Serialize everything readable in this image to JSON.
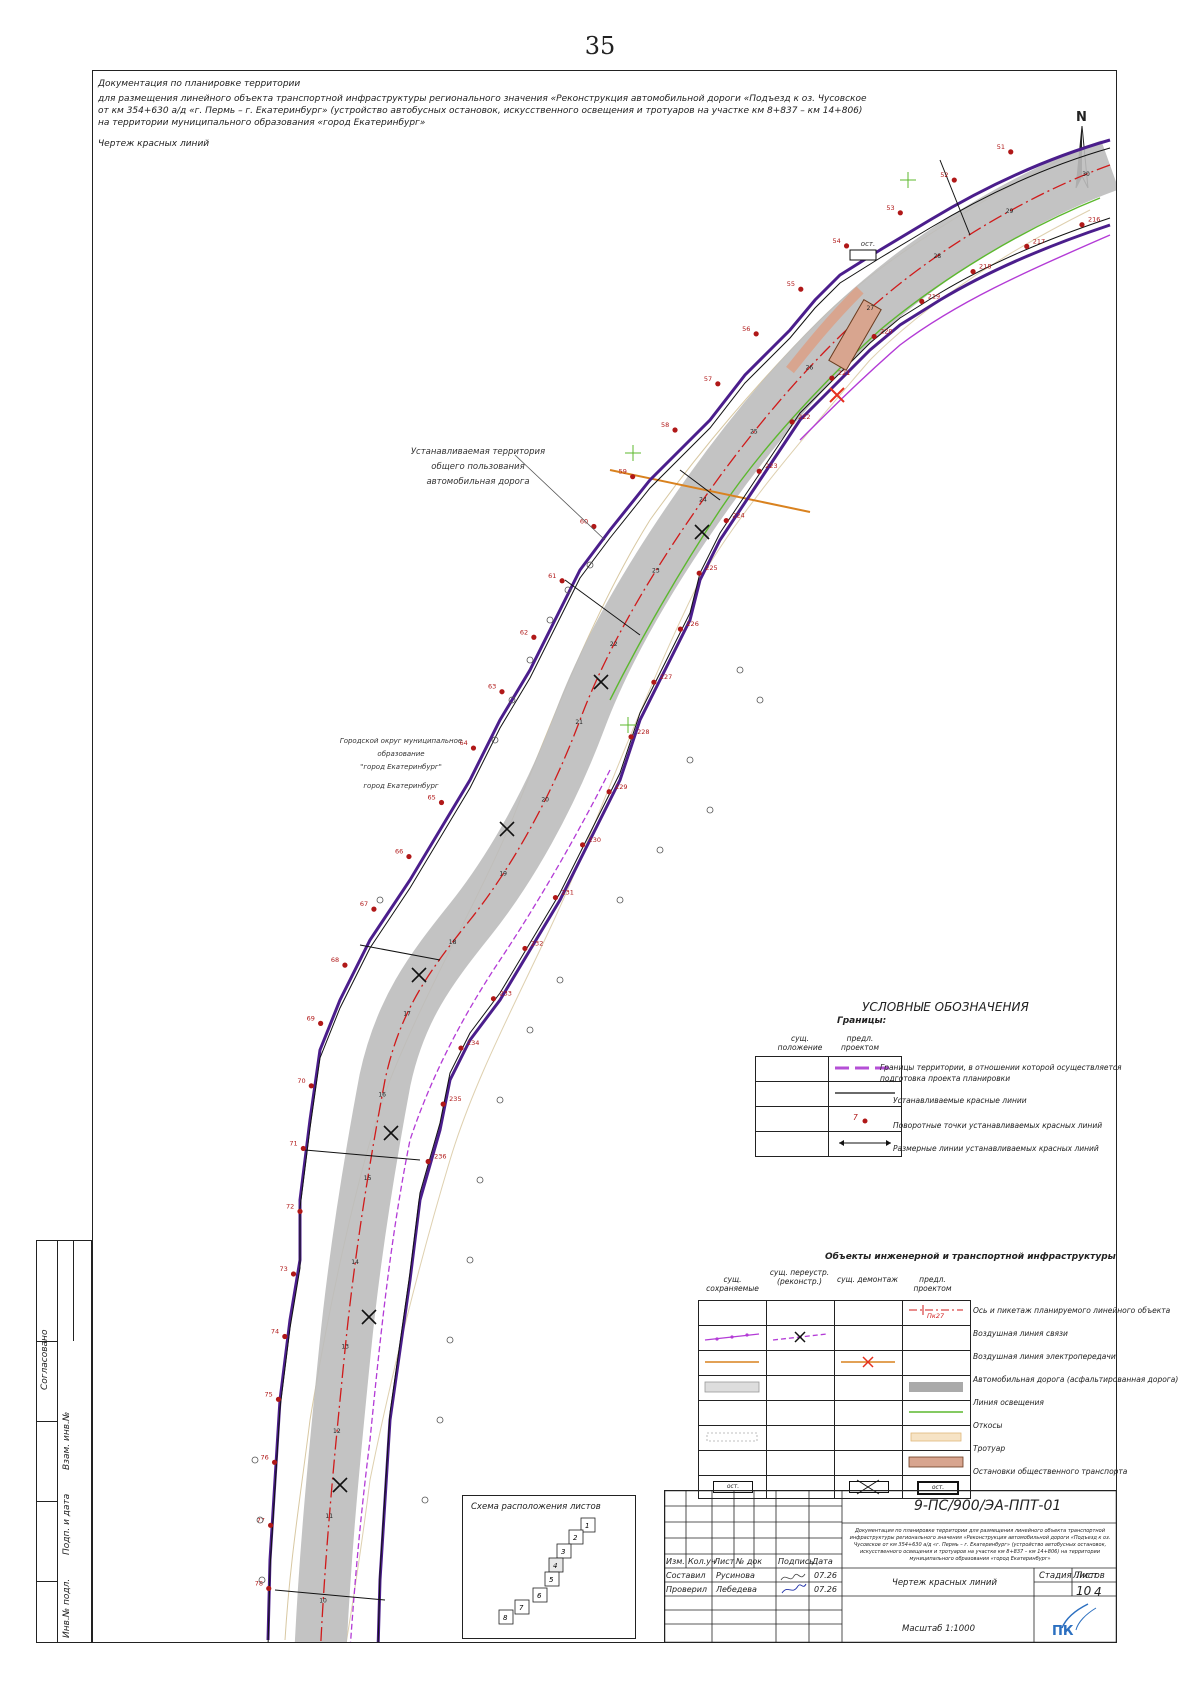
{
  "page_number": "35",
  "header": {
    "line1": "Документация по планировке территории",
    "line2": "для размещения линейного объекта транспортной инфраструктуры регионального значения «Реконструкция автомобильной дороги «Подъезд к оз. Чусовское",
    "line3": "от км 354+630 а/д «г. Пермь – г. Екатеринбург» (устройство автобусных остановок, искусственного освещения и тротуаров на участке км 8+837 – км 14+806)",
    "line4": "на территории муниципального образования «город Екатеринбург»",
    "line5": "Чертеж красных линий"
  },
  "north": "N",
  "map": {
    "label_territory": [
      "Устанавливаемая территория",
      "общего пользования",
      "автомобильная дорога"
    ],
    "label_municipality": [
      "Городской округ муниципальное образование",
      "\"город Екатеринбург\"",
      "город Екатеринбург"
    ],
    "label_stop": "ост.",
    "upper_points": [
      "51",
      "52",
      "53",
      "54",
      "55",
      "56",
      "57",
      "58",
      "59",
      "60",
      "61",
      "62",
      "63",
      "64",
      "65",
      "66",
      "67",
      "68",
      "69",
      "70",
      "71",
      "72",
      "73",
      "74",
      "75",
      "76",
      "77",
      "78"
    ],
    "lower_points": [
      "216",
      "217",
      "218",
      "219",
      "220",
      "221",
      "222",
      "223",
      "224",
      "225",
      "226",
      "227",
      "228",
      "229",
      "230",
      "231",
      "232",
      "233",
      "234",
      "235",
      "236"
    ],
    "pickets": [
      "30",
      "29",
      "28",
      "27",
      "26",
      "25",
      "24",
      "23",
      "22",
      "21",
      "20",
      "19",
      "18",
      "17",
      "16",
      "15",
      "14",
      "13",
      "12",
      "11",
      "10"
    ]
  },
  "legend1": {
    "title": "УСЛОВНЫЕ ОБОЗНАЧЕНИЯ",
    "subtitle": "Границы:",
    "col_existing": "сущ. положение",
    "col_proposed": "предл. проектом",
    "rows": [
      "Границы территории, в отношении которой осуществляется подготовка проекта планировки",
      "Устанавливаемые красные линии",
      "Поворотные точки устанавливаемых красных линий",
      "Размерные линии устанавливаемых красных линий"
    ],
    "point_sample": "7"
  },
  "legend2": {
    "title": "Объекты инженерной и транспортной инфраструктуры",
    "cols": [
      "сущ. сохраняемые",
      "сущ. переустр. (реконстр.)",
      "сущ. демонтаж",
      "предл. проектом"
    ],
    "rows": [
      "Ось и пикетаж планируемого линейного объекта",
      "Воздушная линия связи",
      "Воздушная линия электропередачи",
      "Автомобильная дорога (асфальтированная дорога)",
      "Линия освещения",
      "Откосы",
      "Тротуар",
      "Остановки общественного транспорта"
    ],
    "picket_sample": "Пк27",
    "stop_sample": "ост."
  },
  "side_labels": [
    "Согласовано",
    "Взам. инв.№",
    "Подп. и дата",
    "Инв.№ подл."
  ],
  "schema": {
    "title": "Схема расположения листов",
    "sheets": [
      "1",
      "2",
      "3",
      "4",
      "5",
      "6",
      "7",
      "8"
    ]
  },
  "title_block": {
    "code": "9-ПС/900/ЭА-ППТ-01",
    "description": "Документация по планировке территории для размещения линейного объекта транспортной инфраструктуры регионального значения «Реконструкция автомобильной дороги «Подъезд к оз. Чусовское от км 354+630 а/д «г. Пермь – г. Екатеринбург» (устройство автобусных остановок, искусственного освещения и тротуаров на участке км 8+837 – км 14+806) на территории муниципального образования «город Екатеринбург»",
    "headers": [
      "Изм.",
      "Кол.уч",
      "Лист",
      "№ док",
      "Подпись",
      "Дата"
    ],
    "role1": "Составил",
    "name1": "Русинова",
    "date1": "07.26",
    "role2": "Проверил",
    "name2": "Лебедева",
    "date2": "07.26",
    "drawing_name": "Чертеж красных линий",
    "stage_label": "Стадия",
    "sheet_label": "Лист",
    "sheets_label": "Листов",
    "sheet": "4",
    "sheets": "10",
    "scale": "Масштаб 1:1000",
    "logo": "ПК"
  },
  "colors": {
    "boundary": "#4b1e8c",
    "red_line": "#111111",
    "road": "#bdbdbd",
    "axis": "#d01a1a",
    "comm_line": "#b33bd6",
    "power_line": "#d9821f",
    "lighting": "#5cb82e",
    "sidewalk": "#d8a58f",
    "point": "#b01818",
    "logo": "#2b6fc0"
  }
}
